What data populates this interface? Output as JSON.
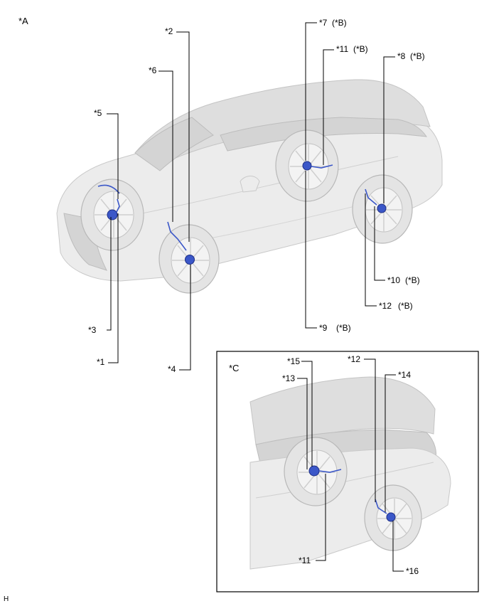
{
  "view_labels": {
    "a": "*A",
    "c": "*C",
    "footer_code": "H"
  },
  "callouts": {
    "n1": "*1",
    "n2": "*2",
    "n3": "*3",
    "n4": "*4",
    "n5": "*5",
    "n6": "*6",
    "n7": "*7",
    "n7_sub": "(*B)",
    "n8": "*8",
    "n8_sub": "(*B)",
    "n9": "*9",
    "n9_sub": "(*B)",
    "n10": "*10",
    "n10_sub": "(*B)",
    "n11": "*11",
    "n11_sub": "(*B)",
    "n12": "*12",
    "n12_sub": "(*B)"
  },
  "inset_callouts": {
    "n11": "*11",
    "n12": "*12",
    "n13": "*13",
    "n14": "*14",
    "n15": "*15",
    "n16": "*16"
  },
  "colors": {
    "sensor_blue": "#3b57c8",
    "car_gray": "#ececec",
    "frame": "#000000"
  }
}
